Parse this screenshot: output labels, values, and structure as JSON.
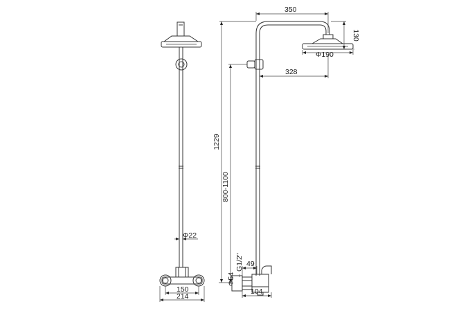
{
  "drawing": {
    "dimensions": {
      "arm_length": "350",
      "head_drop": "130",
      "head_diameter": "Φ190",
      "holder_offset": "328",
      "total_height": "1229",
      "adjustable_height": "800-1100",
      "pipe_diameter": "Φ22",
      "thread": "G1/2\"",
      "flange_diameter": "Φ54",
      "outlet_offset": "49",
      "inlet_spacing": "150",
      "mixer_width": "214",
      "mixer_depth": "104"
    }
  }
}
